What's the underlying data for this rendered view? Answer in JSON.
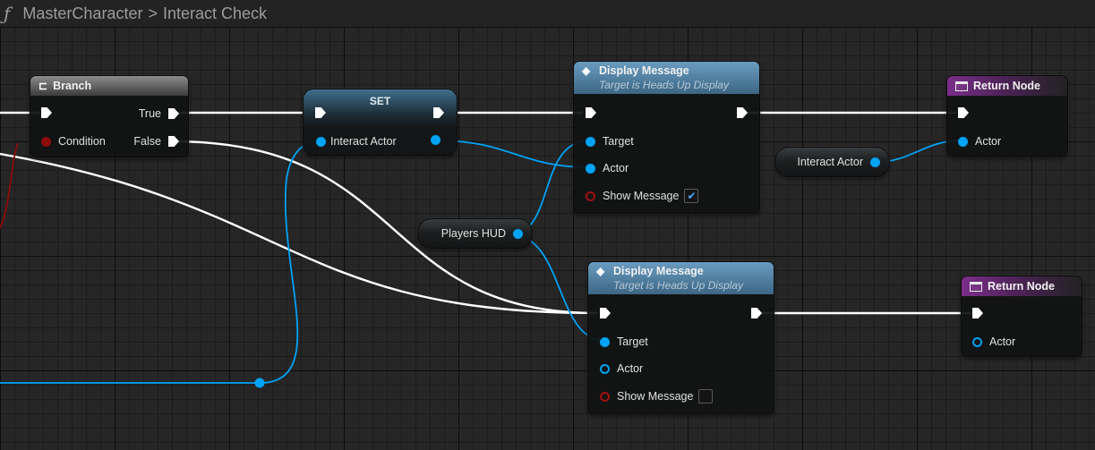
{
  "titlebar": {
    "function_icon": "ƒ",
    "breadcrumb": [
      "MasterCharacter",
      "Interact Check"
    ],
    "separator": ">"
  },
  "nodes": {
    "branch": {
      "title": "Branch",
      "icon": "branch-icon",
      "pins": {
        "true_label": "True",
        "false_label": "False",
        "condition_label": "Condition"
      }
    },
    "set_node": {
      "title": "SET",
      "pins": {
        "interact_actor_label": "Interact Actor"
      }
    },
    "display_message_1": {
      "title": "Display Message",
      "subtitle": "Target is Heads Up Display",
      "icon": "function-diamond-icon",
      "pins": {
        "target_label": "Target",
        "actor_label": "Actor",
        "show_message_label": "Show Message"
      },
      "show_message_checked": true
    },
    "display_message_2": {
      "title": "Display Message",
      "subtitle": "Target is Heads Up Display",
      "icon": "function-diamond-icon",
      "pins": {
        "target_label": "Target",
        "actor_label": "Actor",
        "show_message_label": "Show Message"
      },
      "show_message_checked": false
    },
    "return_node_1": {
      "title": "Return Node",
      "icon": "return-icon",
      "pins": {
        "actor_label": "Actor"
      }
    },
    "return_node_2": {
      "title": "Return Node",
      "icon": "return-icon",
      "pins": {
        "actor_label": "Actor"
      }
    },
    "interact_actor_var": {
      "label": "Interact Actor"
    },
    "players_hud_var": {
      "label": "Players HUD"
    }
  },
  "colors": {
    "exec_wire": "#ffffff",
    "object_wire": "#00a3f5",
    "bool_wire": "#8c0b0b",
    "return_header": "#7b2e8a",
    "function_header": "#6a9cc0"
  }
}
